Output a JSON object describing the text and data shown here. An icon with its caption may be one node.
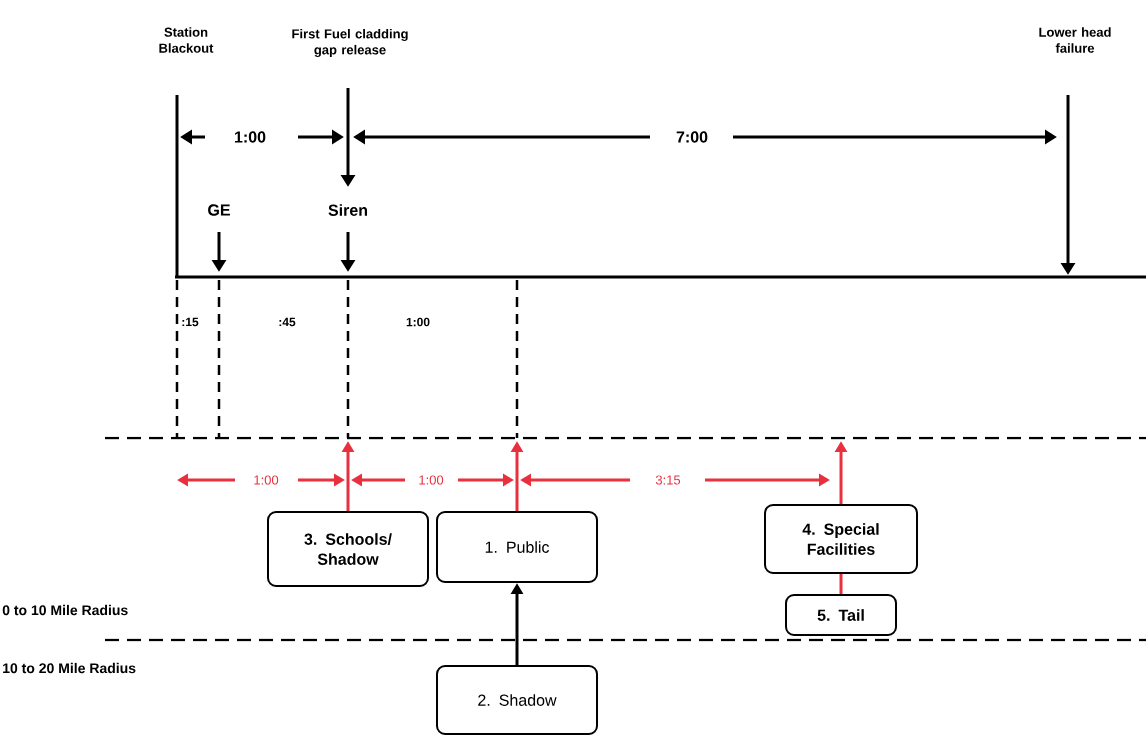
{
  "diagram": {
    "nodes": [
      {
        "text": [
          "3. Schools/ Shadow"
        ]
      },
      {
        "text": [
          "1. Public"
        ]
      },
      {
        "text": [
          "2. Shadow"
        ]
      },
      {
        "text": [
          "4. Special Facilities"
        ]
      },
      {
        "text": [
          "5. Tail"
        ]
      }
    ],
    "edges": [
      {
        "from": 2,
        "to": 1,
        "arrow": "to",
        "color": "#000000"
      },
      {
        "from": 0,
        "to": null,
        "arrow": "to",
        "color": "#e8303f"
      },
      {
        "from": 1,
        "to": null,
        "arrow": "to",
        "color": "#e8303f"
      },
      {
        "from": 3,
        "to": null,
        "arrow": "to",
        "color": "#e8303f"
      },
      {
        "from": 4,
        "to": 3,
        "arrow": "none",
        "color": "#e8303f"
      }
    ],
    "labels": [
      "Station Blackout",
      "First Fuel cladding gap release",
      "Lower head failure",
      "1:00",
      "7:00",
      "GE",
      "Siren",
      ":15",
      ":45",
      "1:00",
      "1:00",
      "1:00",
      "3:15",
      "0 to 10 Mile Radius",
      "10 to 20 Mile Radius"
    ]
  }
}
